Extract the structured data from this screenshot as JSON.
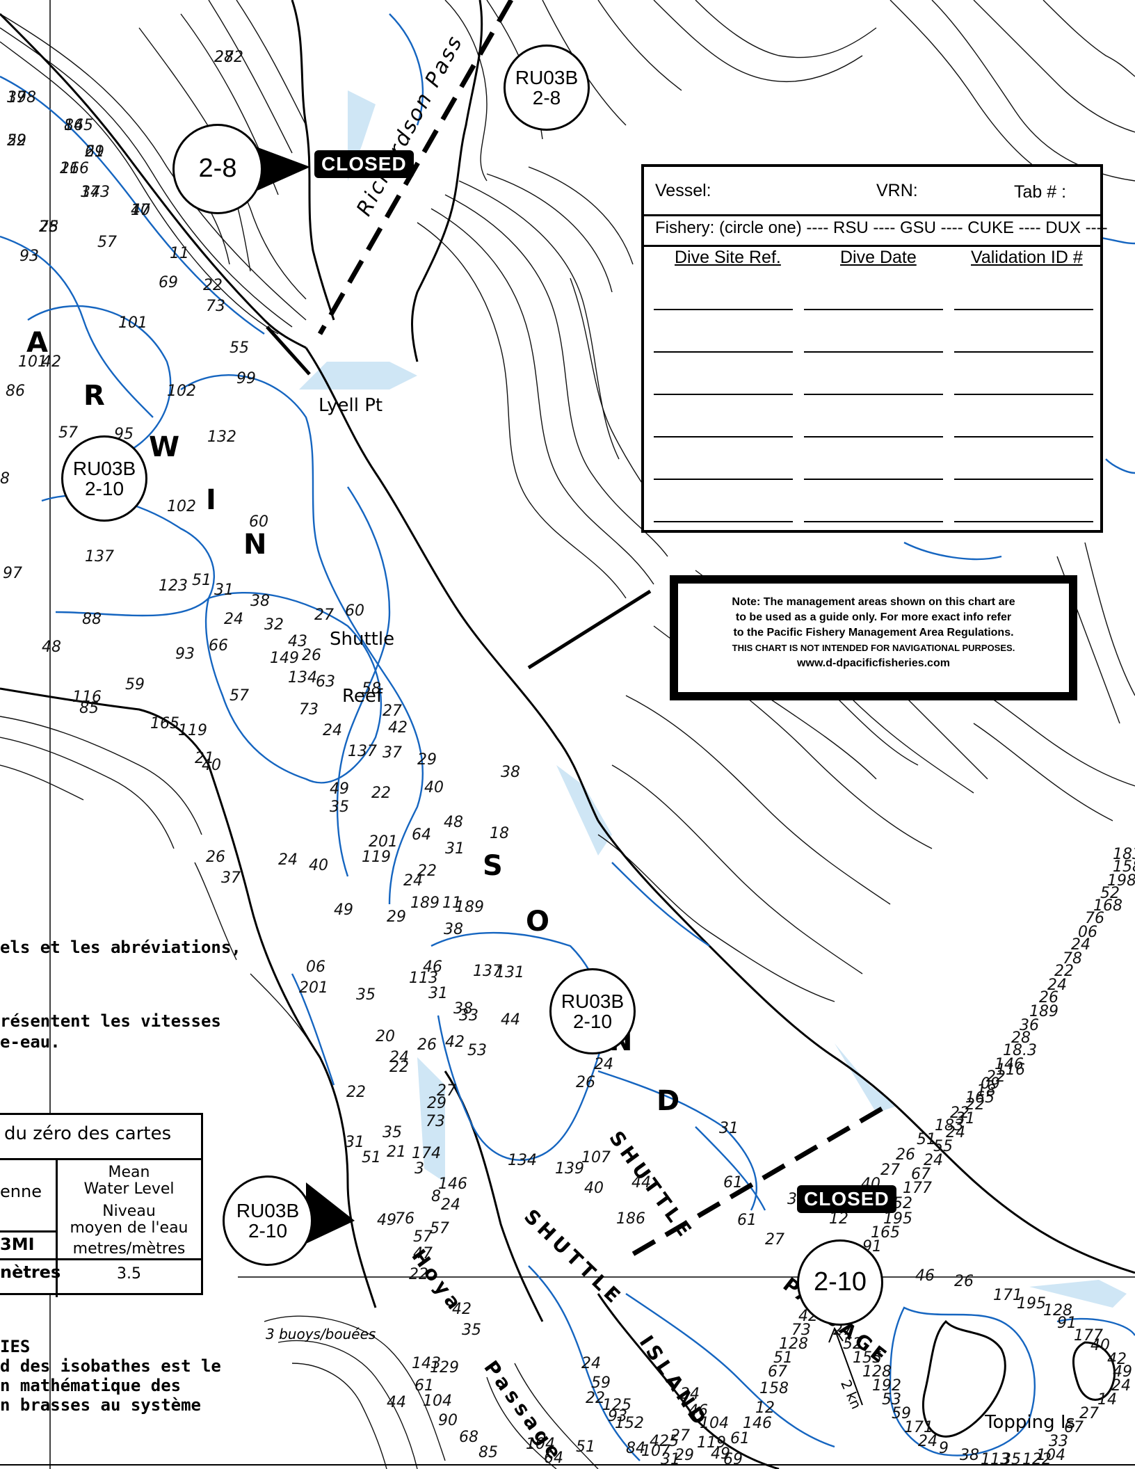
{
  "colors": {
    "water_contour": "#1565c0",
    "shallow_water": "#cfe6f5",
    "ink": "#000000",
    "closed_bg": "#000000"
  },
  "place_names": {
    "lyell_pt": "Lyell Pt",
    "shuttle": "Shuttle",
    "reef": "Reef",
    "richardson_passage": "Richardson Pass",
    "darwin_sound": [
      "A",
      "R",
      "W",
      "I",
      "N"
    ],
    "sound_letters": [
      "S",
      "O",
      "N",
      "D"
    ],
    "shuttle_passage": "SHUTTLE",
    "shuttle_passage_2": "PASSAGE",
    "shuttle_island_1": "SHUTTLE",
    "shuttle_island_2": "ISLAND",
    "hoya_passage_1": "Hoya",
    "hoya_passage_2": "Passage",
    "topping_is": "Topping Is",
    "buoys": "3 buoys/bouées",
    "distance": "2 kn"
  },
  "markers": [
    {
      "id": "ru03b-2-8",
      "line1": "RU03B",
      "line2": "2-8"
    },
    {
      "id": "2-8",
      "line1": "2-8",
      "line2": ""
    },
    {
      "id": "ru03b-2-10-left",
      "line1": "RU03B",
      "line2": "2-10"
    },
    {
      "id": "ru03b-2-10-center",
      "line1": "RU03B",
      "line2": "2-10"
    },
    {
      "id": "ru03b-2-10-bottom",
      "line1": "RU03B",
      "line2": "2-10"
    },
    {
      "id": "2-10",
      "line1": "2-10",
      "line2": ""
    }
  ],
  "closed_labels": [
    "CLOSED",
    "CLOSED"
  ],
  "log_form": {
    "vessel_label": "Vessel:",
    "vrn_label": "VRN:",
    "tab_label": "Tab # :",
    "fishery_line": "Fishery: (circle one) ---- RSU ---- GSU ---- CUKE ---- DUX ----",
    "columns": [
      "Dive Site Ref.",
      "Dive Date",
      "Validation ID #"
    ],
    "row_count_label": ""
  },
  "note": {
    "line1": "Note: The management areas shown on this chart are",
    "line2": "to be used as a guide only.  For more exact info refer",
    "line3": "to the Pacific Fishery Management Area Regulations.",
    "line4": "THIS CHART IS NOT INTENDED FOR  NAVIGATIONAL PURPOSES.",
    "line5": "www.d-dpacificfisheries.com"
  },
  "legend_table": {
    "header": "du zéro des cartes",
    "left_col_1": "enne",
    "left_col_2": "3MI",
    "left_col_3": "nètres",
    "mean_1": "Mean",
    "mean_2": "Water Level",
    "niveau_1": "Niveau",
    "niveau_2": "moyen de l'eau",
    "units": "metres/mètres",
    "value": "3.5"
  },
  "french_notes": {
    "line_a": "els et les abréviations,",
    "line_b": "résentent les vitesses",
    "line_c": "e-eau.",
    "line_d": "IES",
    "line_e": "d des isobathes est le",
    "line_f": "n mathématique des",
    "line_g": "n brasses au système"
  },
  "depths": [
    "282",
    "59",
    "26",
    "37",
    "21",
    "165",
    "143",
    "17",
    "75",
    "93",
    "57",
    "11",
    "69",
    "22",
    "73",
    "55",
    "101",
    "42",
    "101",
    "86",
    "99",
    "102",
    "57",
    "95",
    "132",
    "8",
    "102",
    "60",
    "137",
    "97",
    "123",
    "51",
    "31",
    "38",
    "24",
    "27",
    "60",
    "48",
    "88",
    "93",
    "66",
    "149",
    "32",
    "43",
    "26",
    "57",
    "134",
    "63",
    "58",
    "27",
    "42",
    "59",
    "116",
    "85",
    "165",
    "119",
    "21",
    "73",
    "24",
    "137",
    "37",
    "49",
    "22",
    "40",
    "35",
    "40",
    "29",
    "38",
    "64",
    "48",
    "201",
    "31",
    "18",
    "119",
    "24",
    "40",
    "37",
    "26",
    "24",
    "22",
    "11",
    "189",
    "49",
    "29",
    "38",
    "06",
    "201",
    "46",
    "35",
    "113",
    "189",
    "31",
    "20",
    "26",
    "24",
    "42",
    "53",
    "38",
    "44",
    "137",
    "131",
    "22",
    "29",
    "73",
    "33",
    "174",
    "24",
    "26",
    "27",
    "22",
    "31",
    "40",
    "51",
    "21",
    "35",
    "3",
    "134",
    "139",
    "107",
    "44",
    "186",
    "146",
    "8",
    "24",
    "57",
    "76",
    "49",
    "57",
    "47",
    "22",
    "42",
    "35",
    "143",
    "129",
    "61",
    "104",
    "90",
    "68",
    "85",
    "104",
    "93",
    "44",
    "51",
    "64",
    "22",
    "24",
    "59",
    "125",
    "152",
    "84",
    "107",
    "425",
    "27",
    "29",
    "31",
    "24",
    "46",
    "104",
    "119",
    "49",
    "69",
    "61",
    "146",
    "12",
    "158",
    "67",
    "51",
    "128",
    "73",
    "42",
    "29",
    "61",
    "22",
    "119",
    "91",
    "165",
    "195",
    "52",
    "177",
    "67",
    "24",
    "55",
    "24",
    "31",
    "22",
    "18",
    "22",
    "146",
    "18.3",
    "28",
    "36",
    "189",
    "26",
    "24",
    "22",
    "78",
    "24",
    "06",
    "76",
    "168",
    "52",
    "198",
    "158",
    "183",
    "31",
    "61",
    "61",
    "27",
    "33",
    "12",
    "7",
    "40",
    "27",
    "26",
    "51",
    "183",
    "22",
    "165",
    "09",
    "116",
    "46",
    "26",
    "171",
    "195",
    "128",
    "91",
    "177",
    "40",
    "42",
    "49",
    "24",
    "14",
    "27",
    "67",
    "33",
    "104",
    "122",
    "35",
    "113",
    "38",
    "9",
    "24",
    "171",
    "59",
    "53",
    "192",
    "128",
    "155",
    "52",
    "27",
    "27",
    "22",
    "116",
    "198",
    "69",
    "84",
    "37",
    "40",
    "28"
  ]
}
